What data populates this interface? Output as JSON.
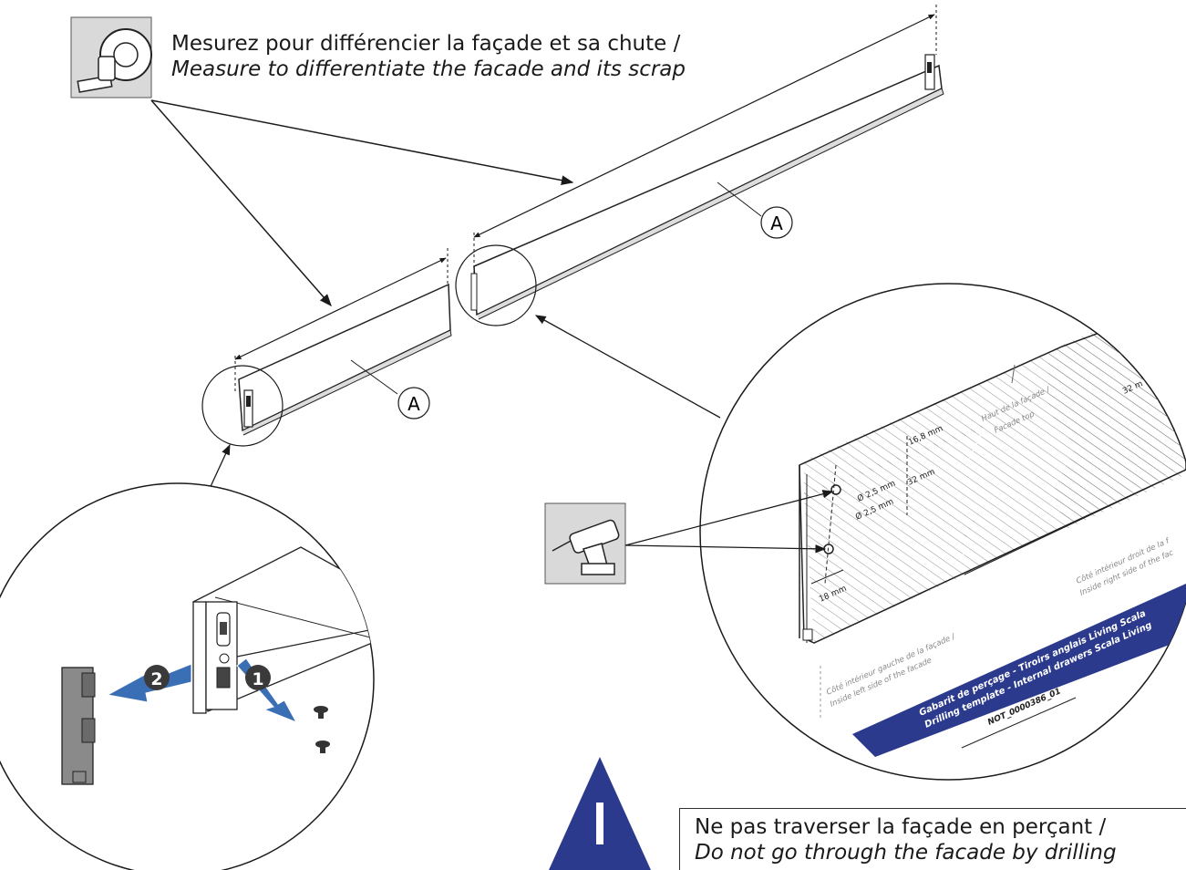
{
  "top_instruction": {
    "fr": "Mesurez pour différencier la façade et sa chute /",
    "en": "Measure to differentiate the facade and its scrap"
  },
  "bottom_warning": {
    "fr": "Ne pas traverser la façade en perçant /",
    "en": "Do not go through the facade by drilling"
  },
  "part_labels": [
    "A",
    "A"
  ],
  "steps": [
    "2",
    "1"
  ],
  "template": {
    "dim_top": "16,8 mm",
    "dim_vertical": "32 mm",
    "dim_hole_1": "Ø 2,5 mm",
    "dim_hole_2": "Ø 2,5 mm",
    "dim_bottom": "18 mm",
    "dim_right": "32 m",
    "top_label_fr": "Haut de la façade /",
    "top_label_en": "Facade top",
    "left_side_fr": "Côté intérieur gauche de la façade /",
    "left_side_en": "Inside left side of the facade",
    "right_side_fr": "Côté intérieur droit de la f",
    "right_side_en": "Inside right side of the fac",
    "banner_fr": "Gabarit de perçage - Tiroirs anglais Living Scala",
    "banner_en": "Drilling template - Internal drawers Scala Living",
    "ref": "NOT_0000386_01"
  },
  "icons": [
    "tape-measure-icon",
    "drill-icon",
    "warning-icon"
  ],
  "colors": {
    "banner": "#2b3a8c",
    "warning": "#2b3a8c",
    "line": "#1a1a1a",
    "icon_bg": "#d9d9d9"
  }
}
